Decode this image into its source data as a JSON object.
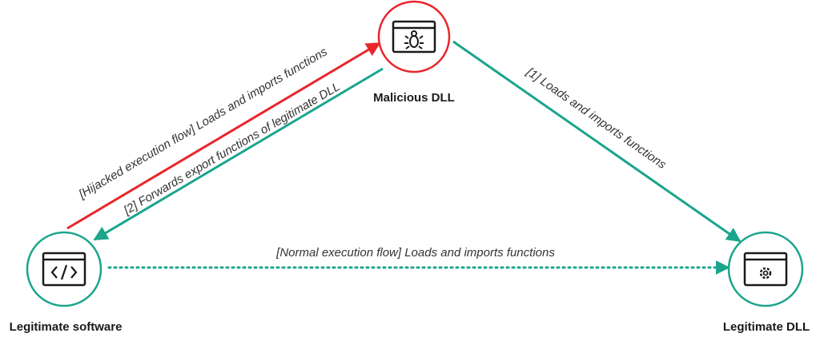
{
  "colors": {
    "malicious": "#e8262c",
    "legit": "#1aa58c",
    "icon": "#1a1a1a",
    "text": "#333333"
  },
  "nodes": {
    "malicious": {
      "label": "Malicious DLL",
      "icon": "bug-window-icon"
    },
    "software": {
      "label": "Legitimate software",
      "icon": "code-window-icon"
    },
    "legit_dll": {
      "label": "Legitimate DLL",
      "icon": "gear-window-icon"
    }
  },
  "edges": {
    "hijacked": {
      "label": "[Hijacked execution flow] Loads and imports functions"
    },
    "forwards": {
      "label": "[2] Forwards export functions of legitimate DLL"
    },
    "loads": {
      "label": "[1] Loads and imports functions"
    },
    "normal": {
      "label": "[Normal execution flow] Loads and imports functions"
    }
  }
}
